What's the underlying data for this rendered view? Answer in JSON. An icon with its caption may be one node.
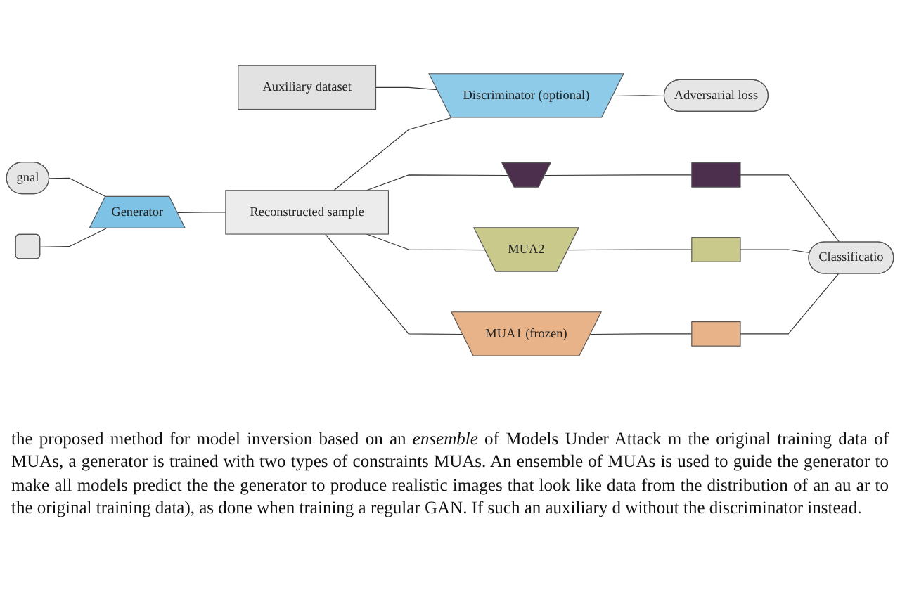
{
  "diagram": {
    "caption": "the proposed method for model inversion based on an *ensemble* of Models Under Attack m the original training data of MUAs, a generator is trained with two types of constraints MUAs. An ensemble of MUAs is used to guide the generator to make all models predict the the generator to produce realistic images that look like data from the distribution of an au ar to the original training data), as done when training a regular GAN. If such an auxiliary d without the discriminator instead.",
    "nodes": [
      {
        "text": [
          "gnal"
        ]
      },
      {
        "text": [],
        "shape": "box"
      },
      {
        "text": [
          "Generator"
        ]
      },
      {
        "text": [
          "Reconstructed sample"
        ]
      },
      {
        "text": [
          "Auxiliary dataset"
        ]
      },
      {
        "text": [
          "Discriminator (optional)"
        ]
      },
      {
        "text": [
          "Adversarial loss"
        ]
      },
      {
        "text": [],
        "shape": "trapezoid"
      },
      {
        "text": [
          "MUA2"
        ]
      },
      {
        "text": [
          "MUA1 (frozen)"
        ]
      },
      {
        "text": [],
        "shape": "bar"
      },
      {
        "text": [],
        "shape": "bar"
      },
      {
        "text": [],
        "shape": "bar"
      },
      {
        "text": [
          "Classificatio"
        ]
      }
    ],
    "edges": [
      {
        "from": 0,
        "to": 2,
        "arrow": "none"
      },
      {
        "from": 1,
        "to": 2,
        "arrow": "none"
      },
      {
        "from": 2,
        "to": 3,
        "arrow": "none"
      },
      {
        "from": 4,
        "to": 5,
        "arrow": "none"
      },
      {
        "from": 3,
        "to": 5,
        "arrow": "none"
      },
      {
        "from": 3,
        "to": 7,
        "arrow": "none"
      },
      {
        "from": 3,
        "to": 8,
        "arrow": "none"
      },
      {
        "from": 3,
        "to": 9,
        "arrow": "none"
      },
      {
        "from": 5,
        "to": 6,
        "arrow": "none"
      },
      {
        "from": 7,
        "to": 10,
        "arrow": "none"
      },
      {
        "from": 8,
        "to": 11,
        "arrow": "none"
      },
      {
        "from": 9,
        "to": 12,
        "arrow": "none"
      },
      {
        "from": 10,
        "to": 13,
        "arrow": "none"
      },
      {
        "from": 11,
        "to": 13,
        "arrow": "none"
      },
      {
        "from": 12,
        "to": 13,
        "arrow": "none"
      }
    ]
  }
}
